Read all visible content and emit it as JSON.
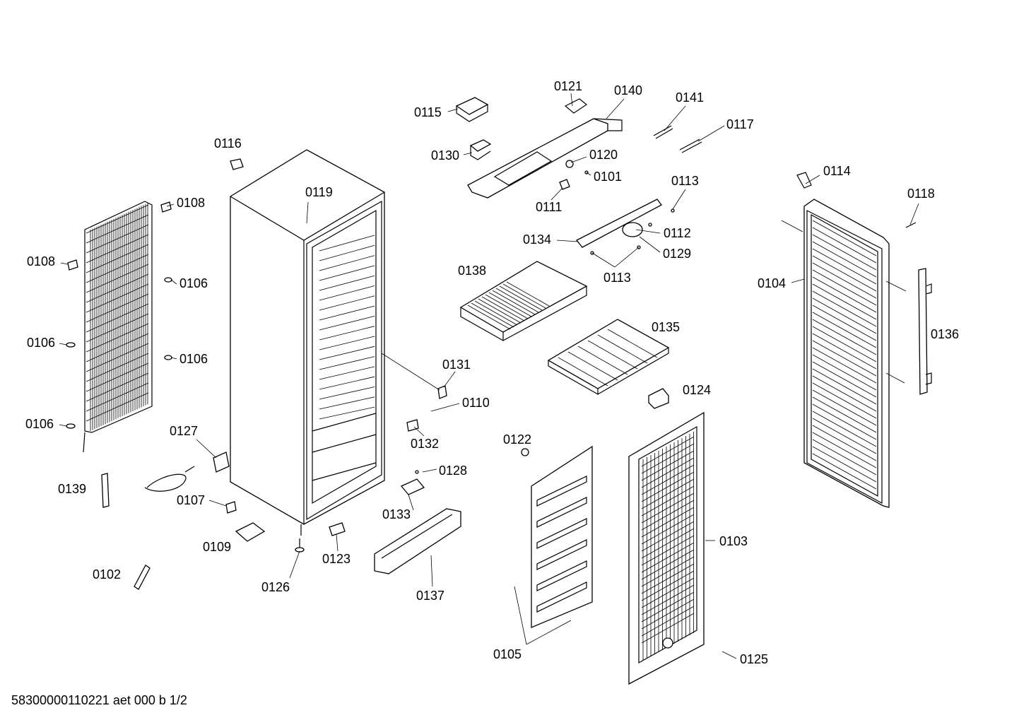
{
  "diagram": {
    "footer": "58300000110221 aet 000 b 1/2",
    "labels": {
      "l0115": "0115",
      "l0121": "0121",
      "l0140": "0140",
      "l0141": "0141",
      "l0117": "0117",
      "l0130": "0130",
      "l0120": "0120",
      "l0101": "0101",
      "l0111": "0111",
      "l0113a": "0113",
      "l0112": "0112",
      "l0134": "0134",
      "l0129": "0129",
      "l0113b": "0113",
      "l0116": "0116",
      "l0119": "0119",
      "l0108a": "0108",
      "l0108b": "0108",
      "l0106a": "0106",
      "l0106b": "0106",
      "l0106c": "0106",
      "l0106d": "0106",
      "l0138": "0138",
      "l0135": "0135",
      "l0131": "0131",
      "l0110": "0110",
      "l0132": "0132",
      "l0124": "0124",
      "l0127": "0127",
      "l0139": "0139",
      "l0107": "0107",
      "l0109": "0109",
      "l0102": "0102",
      "l0126": "0126",
      "l0123": "0123",
      "l0128": "0128",
      "l0133": "0133",
      "l0137": "0137",
      "l0122": "0122",
      "l0103": "0103",
      "l0105": "0105",
      "l0125": "0125",
      "l0114": "0114",
      "l0118": "0118",
      "l0104": "0104",
      "l0136": "0136"
    }
  }
}
